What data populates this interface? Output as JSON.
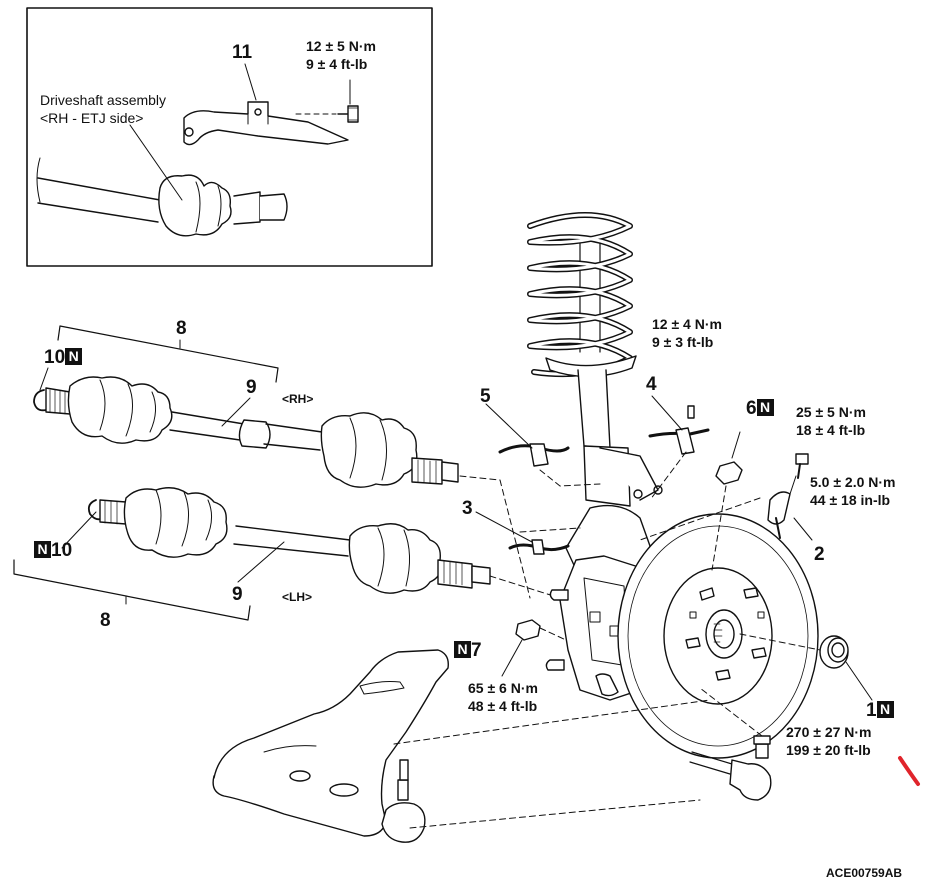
{
  "inset": {
    "title_line1": "Driveshaft assembly",
    "title_line2": "<RH - ETJ side>",
    "part_11": "11",
    "torque_11_nm": "12 ± 5 N·m",
    "torque_11_ft": "9 ± 4 ft-lb"
  },
  "driveshaft": {
    "bracket_8_top": "8",
    "bracket_8_bottom": "8",
    "part_9_rh": "9",
    "part_9_lh": "9",
    "part_10": "10",
    "rh_label": "<RH>",
    "lh_label": "<LH>"
  },
  "knuckle": {
    "part_1": "1",
    "part_2": "2",
    "part_3": "3",
    "part_4": "4",
    "part_5": "5",
    "part_6": "6",
    "part_7": "7",
    "torque_4_nm": "12 ± 4 N·m",
    "torque_4_ft": "9 ± 3 ft-lb",
    "torque_6_nm": "25 ± 5 N·m",
    "torque_6_ft": "18 ± 4 ft-lb",
    "torque_2_nm": "5.0 ± 2.0 N·m",
    "torque_2_in": "44 ± 18 in-lb",
    "torque_7_nm": "65 ± 6 N·m",
    "torque_7_ft": "48 ± 4 ft-lb",
    "torque_1_nm": "270 ± 27 N·m",
    "torque_1_ft": "199 ± 20 ft-lb"
  },
  "new_part_mark": "N",
  "figure_code": "ACE00759AB",
  "colors": {
    "ink": "#111111",
    "annotation": "#e0242b"
  }
}
